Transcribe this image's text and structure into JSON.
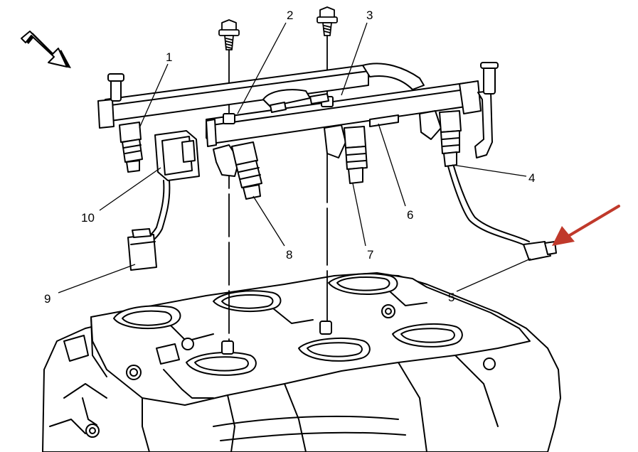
{
  "diagram": {
    "callouts": [
      {
        "id": "1",
        "label": "1"
      },
      {
        "id": "2",
        "label": "2"
      },
      {
        "id": "3",
        "label": "3"
      },
      {
        "id": "4",
        "label": "4"
      },
      {
        "id": "5",
        "label": "5"
      },
      {
        "id": "6",
        "label": "6"
      },
      {
        "id": "7",
        "label": "7"
      },
      {
        "id": "8",
        "label": "8"
      },
      {
        "id": "9",
        "label": "9"
      },
      {
        "id": "10",
        "label": "10"
      }
    ],
    "colors": {
      "line": "#000000",
      "background": "#ffffff",
      "highlight_arrow": "#c0392b"
    },
    "icons": {
      "direction_arrow": "view-direction-arrow-icon",
      "highlight_arrow": "highlight-arrow-icon"
    }
  }
}
